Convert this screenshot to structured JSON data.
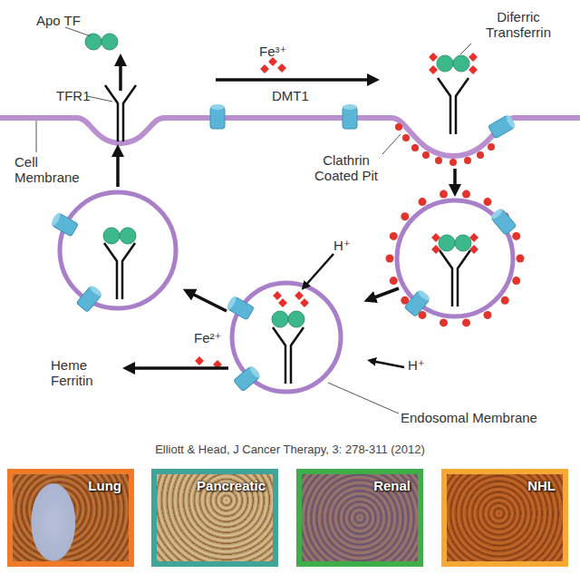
{
  "diagram": {
    "caption": "Elliott & Head, J Cancer Therapy, 3: 278-311 (2012)",
    "nodes": [
      {
        "text": [
          "Lung"
        ]
      },
      {
        "text": [
          "Pancreatic"
        ]
      },
      {
        "text": [
          "Renal"
        ]
      },
      {
        "text": [
          "NHL"
        ]
      }
    ],
    "labels": [
      "Apo TF",
      "TFR1",
      "Fe³⁺",
      "DMT1",
      "Diferric Transferrin",
      "Cell Membrane",
      "Clathrin Coated Pit",
      "H⁺",
      "H⁺",
      "Fe²⁺",
      "Heme Ferritin",
      "Endosomal Membrane"
    ]
  }
}
